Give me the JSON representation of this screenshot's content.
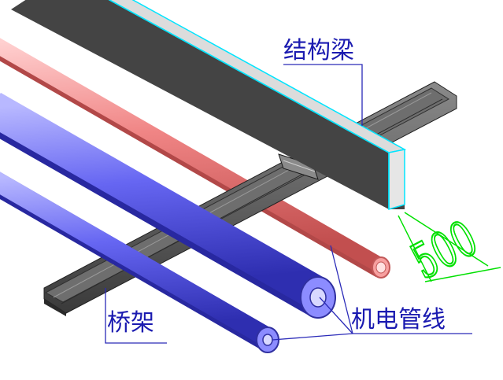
{
  "labels": {
    "beam": "结构梁",
    "tray": "桥架",
    "pipes": "机电管线",
    "dimension": "500"
  },
  "colors": {
    "beam_top": "#d9d9d9",
    "beam_side": "#404040",
    "beam_edge": "#00e5ff",
    "tray": "#555555",
    "pipe_red": "#f08080",
    "pipe_blue": "#6a6af5",
    "leader": "#2a2ab8",
    "dimension": "#00e000"
  }
}
